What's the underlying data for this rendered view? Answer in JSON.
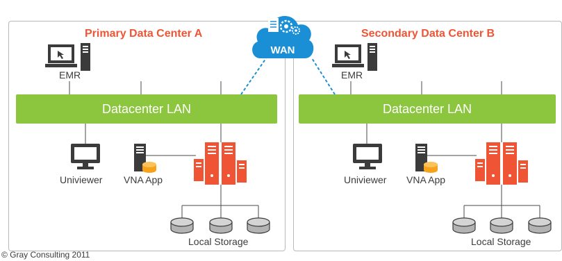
{
  "wan": {
    "label": "WAN"
  },
  "datacenters": [
    {
      "title": "Primary Data Center A",
      "lan_label": "Datacenter LAN",
      "emr_label": "EMR",
      "univiewer_label": "Univiewer",
      "vna_label": "VNA App",
      "storage_label": "Local Storage"
    },
    {
      "title": "Secondary Data Center B",
      "lan_label": "Datacenter LAN",
      "emr_label": "EMR",
      "univiewer_label": "Univiewer",
      "vna_label": "VNA App",
      "storage_label": "Local Storage"
    }
  ],
  "footer": {
    "copyright": "© Gray Consulting 2011"
  },
  "colors": {
    "title": "#ef5535",
    "lan": "#8cc63f",
    "server_red": "#ef5535",
    "cloud": "#1a8fd6",
    "device": "#3b3b3b",
    "storage": "#b3b3b3",
    "database": "#f7a21b"
  }
}
